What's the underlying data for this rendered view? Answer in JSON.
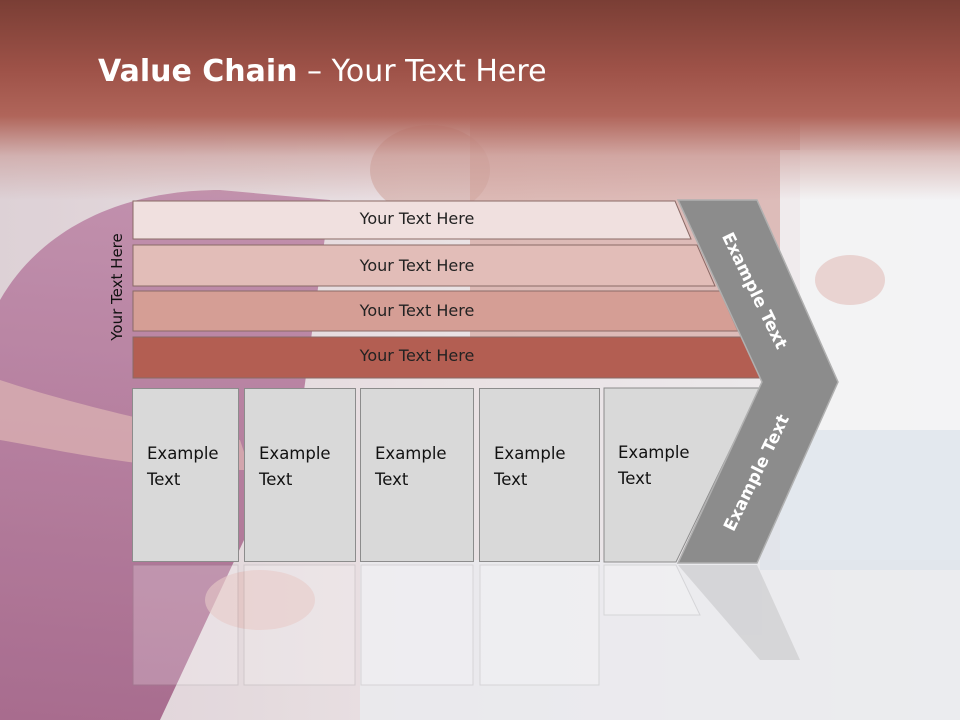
{
  "slide": {
    "title_bold": "Value Chain",
    "title_rest": " – Your Text Here",
    "side_label": "Your Text Here",
    "rows": [
      {
        "label": "Your Text Here",
        "fill": "#f0e0df"
      },
      {
        "label": "Your Text Here",
        "fill": "#e2bdb8"
      },
      {
        "label": "Your Text Here",
        "fill": "#d59e95"
      },
      {
        "label": "Your Text Here",
        "fill": "#b35e52"
      }
    ],
    "columns": [
      {
        "line1": "Example",
        "line2": "Text"
      },
      {
        "line1": "Example",
        "line2": "Text"
      },
      {
        "line1": "Example",
        "line2": "Text"
      },
      {
        "line1": "Example",
        "line2": "Text"
      },
      {
        "line1": "Example",
        "line2": "Text"
      }
    ],
    "chevron_top_text": "Example Text",
    "chevron_bottom_text": "Example Text",
    "colors": {
      "header": "#9e5248",
      "chevron": "#8c8c8c",
      "column_fill": "#d9d9d9"
    }
  }
}
